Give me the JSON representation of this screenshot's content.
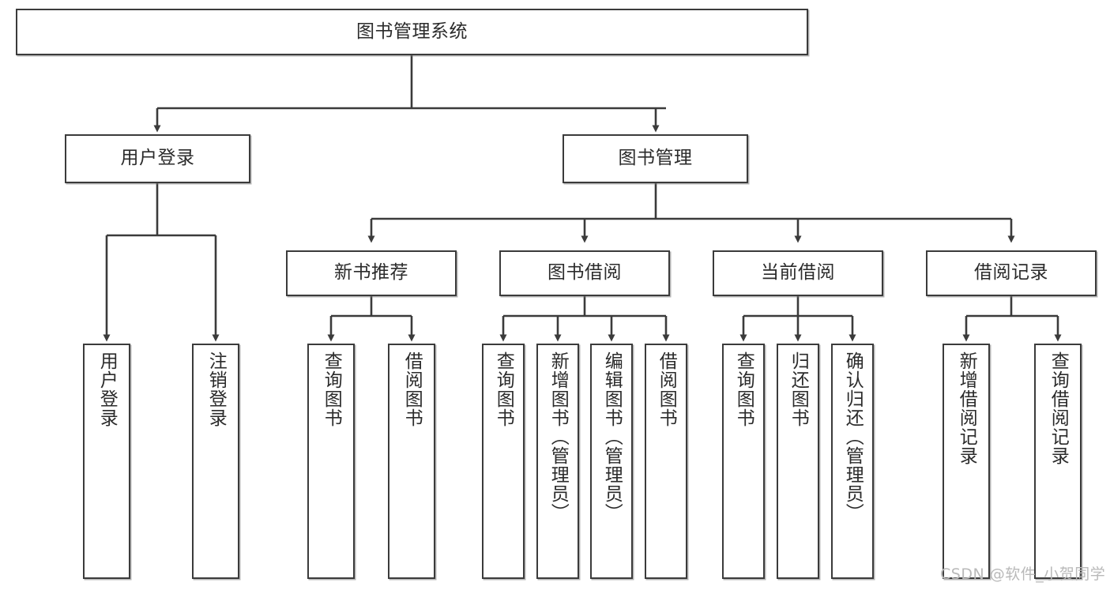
{
  "diagram": {
    "type": "tree",
    "title": "图书管理系统",
    "orientation": "top-down",
    "colors": {
      "box_border": "#3b3b3b",
      "box_fill": "#ffffff",
      "connector": "#3b3b3b",
      "text": "#2b2b2b",
      "watermark": "#b9b9b9",
      "background": "#ffffff"
    },
    "root": {
      "label": "图书管理系统"
    },
    "level2": [
      {
        "label": "用户登录"
      },
      {
        "label": "图书管理"
      }
    ],
    "level3": [
      {
        "label": "新书推荐"
      },
      {
        "label": "图书借阅"
      },
      {
        "label": "当前借阅"
      },
      {
        "label": "借阅记录"
      }
    ],
    "leaves": {
      "user_login": [
        {
          "label": "用户登录"
        },
        {
          "label": "注销登录"
        }
      ],
      "new_book_recommend": [
        {
          "label": "查询图书"
        },
        {
          "label": "借阅图书"
        }
      ],
      "book_borrow": [
        {
          "label": "查询图书"
        },
        {
          "label": "新增图书（管理员）"
        },
        {
          "label": "编辑图书（管理员）"
        },
        {
          "label": "借阅图书"
        }
      ],
      "current_borrow": [
        {
          "label": "查询图书"
        },
        {
          "label": "归还图书"
        },
        {
          "label": "确认归还（管理员）"
        }
      ],
      "borrow_record": [
        {
          "label": "新增借阅记录"
        },
        {
          "label": "查询借阅记录"
        }
      ]
    }
  },
  "watermark": {
    "text": "CSDN @软件_小贺同学"
  }
}
